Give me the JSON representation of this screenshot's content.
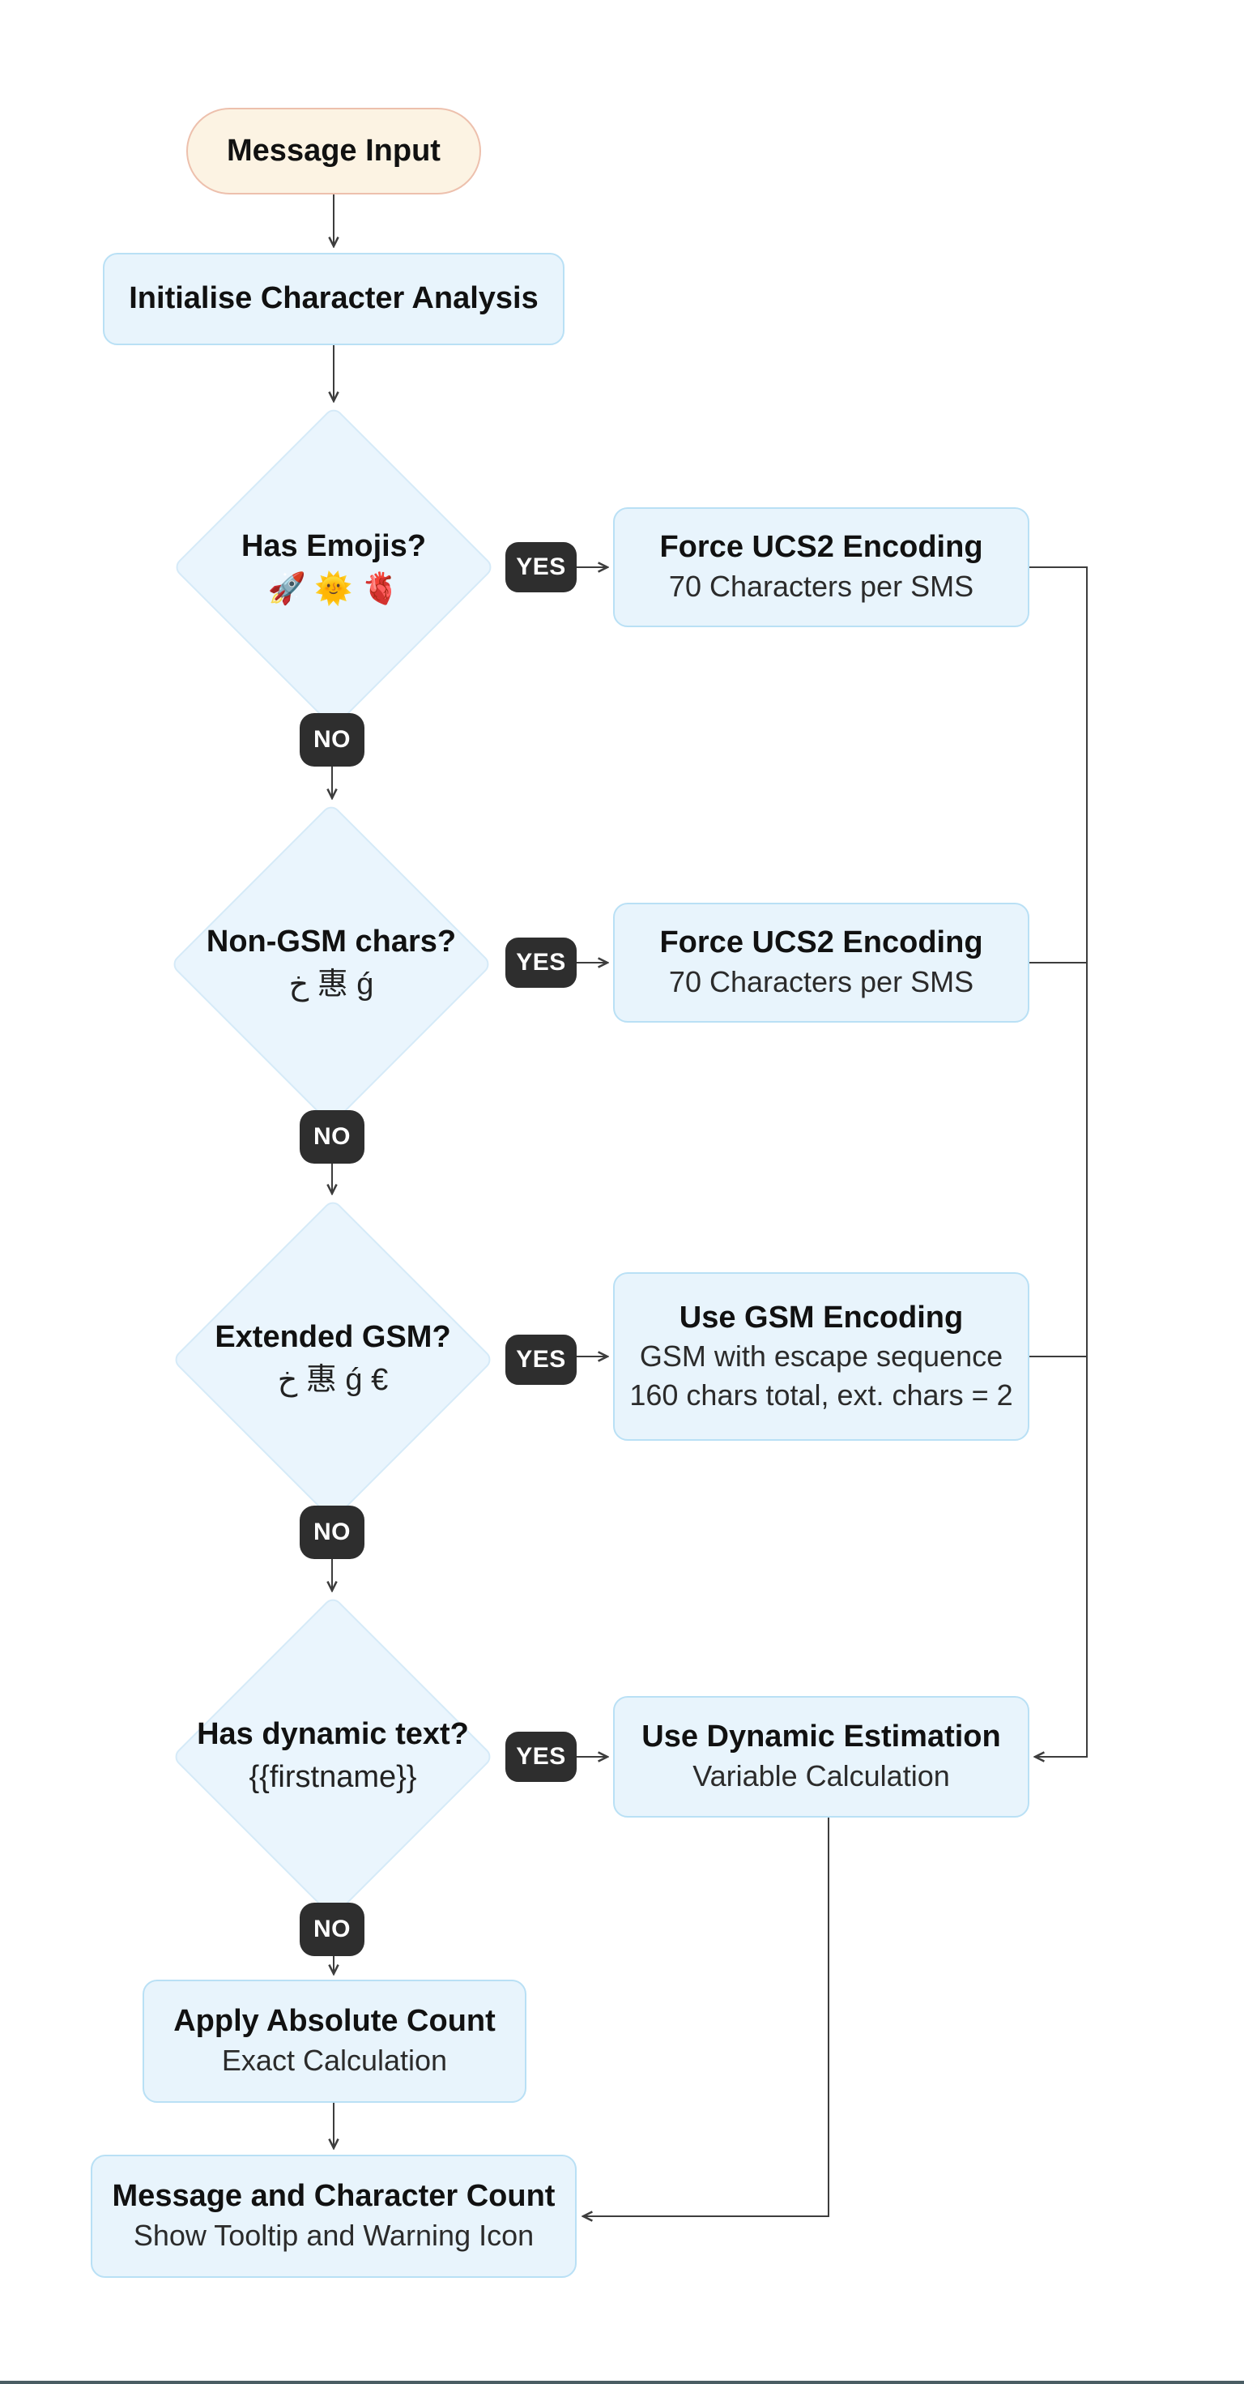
{
  "flowchart": {
    "start": {
      "label": "Message Input"
    },
    "init": {
      "label": "Initialise Character Analysis"
    },
    "decisions": [
      {
        "title": "Has Emojis?",
        "example": "🚀 🌞 🫀",
        "yes": "YES",
        "no": "NO"
      },
      {
        "title": "Non-GSM chars?",
        "example": "خ 惠 ǵ",
        "yes": "YES",
        "no": "NO"
      },
      {
        "title": "Extended GSM?",
        "example": "خ 惠 ǵ €",
        "yes": "YES",
        "no": "NO"
      },
      {
        "title": "Has dynamic text?",
        "example": "{{firstname}}",
        "yes": "YES",
        "no": "NO"
      }
    ],
    "outcomes": [
      {
        "title": "Force UCS2 Encoding",
        "lines": [
          "70 Characters per SMS"
        ]
      },
      {
        "title": "Force UCS2 Encoding",
        "lines": [
          "70 Characters per SMS"
        ]
      },
      {
        "title": "Use GSM Encoding",
        "lines": [
          "GSM with escape sequence",
          "160 chars total, ext. chars = 2"
        ]
      },
      {
        "title": "Use  Dynamic Estimation",
        "lines": [
          "Variable Calculation"
        ]
      }
    ],
    "apply_step": {
      "title": "Apply Absolute Count",
      "subtitle": "Exact Calculation"
    },
    "result_step": {
      "title": "Message and Character Count",
      "subtitle": "Show Tooltip and Warning Icon"
    },
    "colors": {
      "process_fill": "#e8f4fc",
      "process_border": "#b9e0f5",
      "decision_fill": "#eaf5fd",
      "decision_border": "#d5eaf8",
      "start_fill": "#fcf3e3",
      "start_border": "#edc0ad",
      "badge_bg": "#2e2e2e",
      "badge_text": "#ffffff",
      "connector_line": "#3d3d3d",
      "bottom_bar": "#4a5d64"
    }
  }
}
